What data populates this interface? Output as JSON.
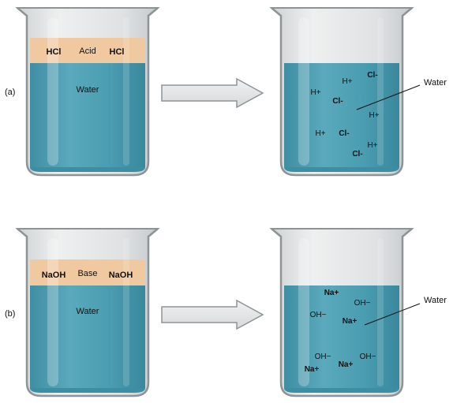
{
  "panel_a": {
    "label": "(a)",
    "before": {
      "layer_left": "HCl",
      "layer_middle": "Acid",
      "layer_right": "HCl",
      "liquid": "Water"
    },
    "after": {
      "ions": [
        "H+",
        "Cl-",
        "H+",
        "Cl-",
        "H+",
        "H+",
        "Cl-",
        "H+",
        "Cl-"
      ],
      "callout": "Water"
    }
  },
  "panel_b": {
    "label": "(b)",
    "before": {
      "layer_left": "NaOH",
      "layer_middle": "Base",
      "layer_right": "NaOH",
      "liquid": "Water"
    },
    "after": {
      "ions": [
        "Na+",
        "OH−",
        "OH−",
        "Na+",
        "OH−",
        "OH−",
        "Na+",
        "Na+"
      ],
      "callout": "Water"
    }
  },
  "colors": {
    "water": "#4f9fb3",
    "water_dark": "#3e8ea3",
    "glass": "#d9dcdd",
    "glass_edge": "#8e9496",
    "acid_layer": "#f0c9a0",
    "arrow_fill": "#e3e5e6"
  }
}
